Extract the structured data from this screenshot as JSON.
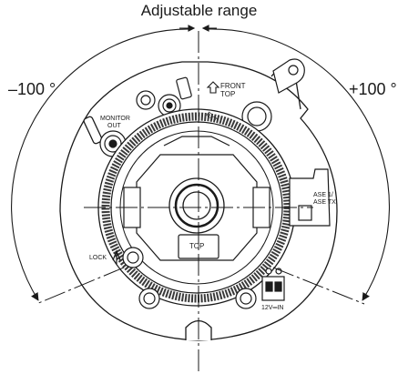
{
  "diagram": {
    "title": "Adjustable range",
    "angle_left": "–100 °",
    "angle_right": "+100 °",
    "labels": {
      "front_top_line1": "FRONT",
      "front_top_line2": "TOP",
      "monitor_line1": "MONITOR",
      "monitor_line2": "OUT",
      "ext": "EXT",
      "lock": "LOCK",
      "top": "TOP",
      "power": "12V═IN",
      "base1": "ASE 1/",
      "base2": "ASE TX"
    },
    "colors": {
      "line": "#1a1a1a",
      "ring": "#3a3a3a",
      "fill": "#ffffff",
      "shade": "#9a9a9a"
    }
  }
}
